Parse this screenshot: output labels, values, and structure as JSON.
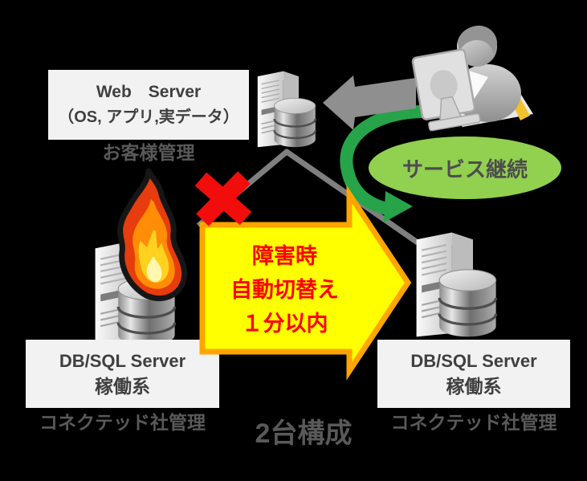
{
  "web_server_box": {
    "title": "Web　Server",
    "subtitle": "（OS, アプリ,実データ）",
    "caption": "お客様管理"
  },
  "primary_db_box": {
    "title": "DB/SQL Server",
    "subtitle": "稼働系",
    "caption": "コネクテッド社管理"
  },
  "standby_db_box": {
    "title": "DB/SQL Server",
    "subtitle": "稼働系",
    "caption": "コネクテッド社管理"
  },
  "failover_arrow": {
    "line1": "障害時",
    "line2": "自動切替え",
    "line3": "１分以内"
  },
  "service_badge": {
    "label": "サービス継続"
  },
  "footer_caption": {
    "label": "2台構成"
  },
  "colors": {
    "canvas_bg": "#000000",
    "box_bg": "#f2f2f2",
    "box_text": "#3f3f3f",
    "caption_text": "#595959",
    "failover_arrow_fill": "#ffff00",
    "failover_arrow_border": "#ffa500",
    "failover_arrow_text": "#ff0000",
    "badge_fill": "#92d050",
    "continuity_arrow_green": "#27a349",
    "failure_x_red": "#f20d0d",
    "connector_gray": "#7f7f7f",
    "request_arrow_gray": "#8f8f8f"
  }
}
